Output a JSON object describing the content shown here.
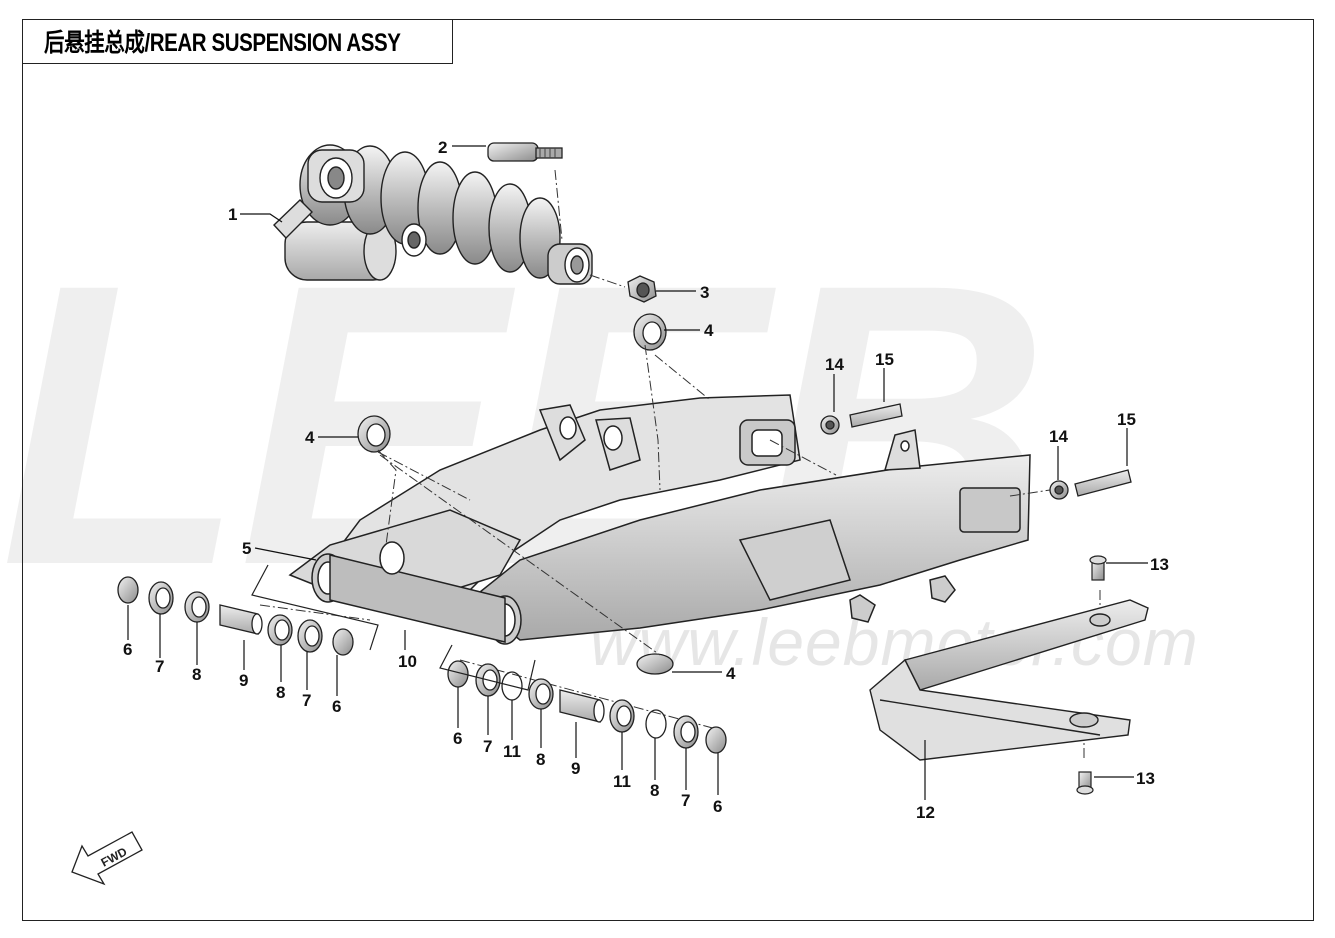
{
  "title": "后悬挂总成/REAR SUSPENSION  ASSY",
  "watermark": {
    "logo_text": "LEEB",
    "url_text": "www.leebmotor.com"
  },
  "fwd_label": "FWD",
  "callouts": [
    {
      "id": "c1",
      "label": "1"
    },
    {
      "id": "c2",
      "label": "2"
    },
    {
      "id": "c3",
      "label": "3"
    },
    {
      "id": "c4a",
      "label": "4"
    },
    {
      "id": "c4b",
      "label": "4"
    },
    {
      "id": "c4c",
      "label": "4"
    },
    {
      "id": "c5",
      "label": "5"
    },
    {
      "id": "c6a",
      "label": "6"
    },
    {
      "id": "c7a",
      "label": "7"
    },
    {
      "id": "c8a",
      "label": "8"
    },
    {
      "id": "c9a",
      "label": "9"
    },
    {
      "id": "c8b",
      "label": "8"
    },
    {
      "id": "c7b",
      "label": "7"
    },
    {
      "id": "c6b",
      "label": "6"
    },
    {
      "id": "c10",
      "label": "10"
    },
    {
      "id": "c6c",
      "label": "6"
    },
    {
      "id": "c7c",
      "label": "7"
    },
    {
      "id": "c11a",
      "label": "11"
    },
    {
      "id": "c8c",
      "label": "8"
    },
    {
      "id": "c9b",
      "label": "9"
    },
    {
      "id": "c11b",
      "label": "11"
    },
    {
      "id": "c8d",
      "label": "8"
    },
    {
      "id": "c7d",
      "label": "7"
    },
    {
      "id": "c6d",
      "label": "6"
    },
    {
      "id": "c12",
      "label": "12"
    },
    {
      "id": "c13a",
      "label": "13"
    },
    {
      "id": "c13b",
      "label": "13"
    },
    {
      "id": "c14a",
      "label": "14"
    },
    {
      "id": "c15a",
      "label": "15"
    },
    {
      "id": "c14b",
      "label": "14"
    },
    {
      "id": "c15b",
      "label": "15"
    }
  ]
}
